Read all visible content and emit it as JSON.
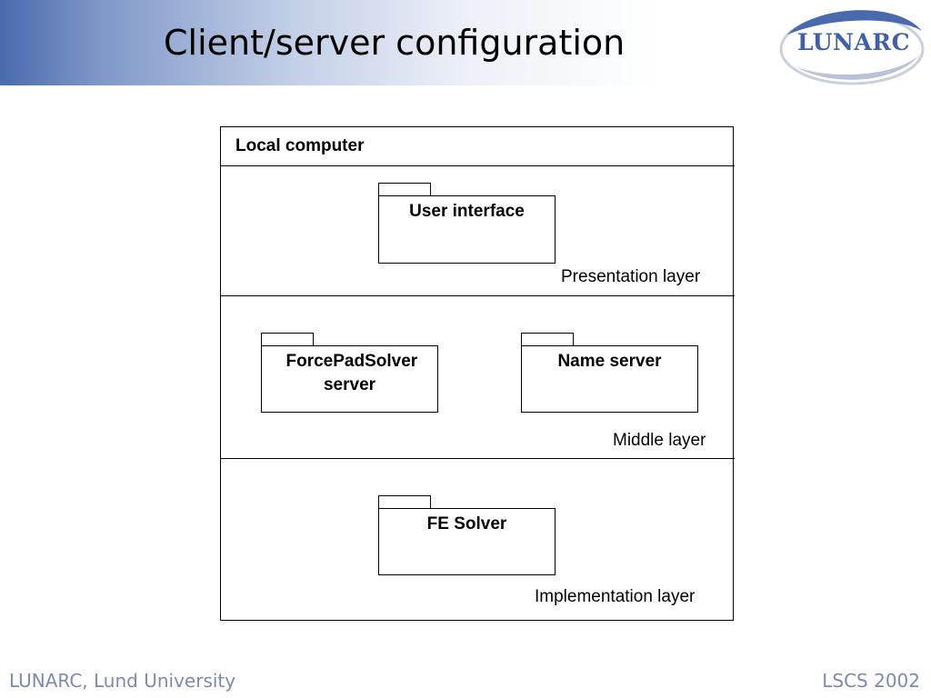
{
  "header": {
    "title": "Client/server configuration",
    "logo_text": "LUNARC"
  },
  "diagram": {
    "container_label": "Local computer",
    "layers": [
      {
        "label": "Presentation layer",
        "packages": [
          "User interface"
        ]
      },
      {
        "label": "Middle layer",
        "packages": [
          "ForcePadSolver server",
          "Name server"
        ]
      },
      {
        "label": "Implementation layer",
        "packages": [
          "FE Solver"
        ]
      }
    ]
  },
  "footer": {
    "left": "LUNARC, Lund University",
    "right": "LSCS 2002"
  },
  "colors": {
    "header_gradient_start": "#4a6aae",
    "logo_text": "#3f5fa8",
    "footer_text": "#7d8ab0"
  }
}
